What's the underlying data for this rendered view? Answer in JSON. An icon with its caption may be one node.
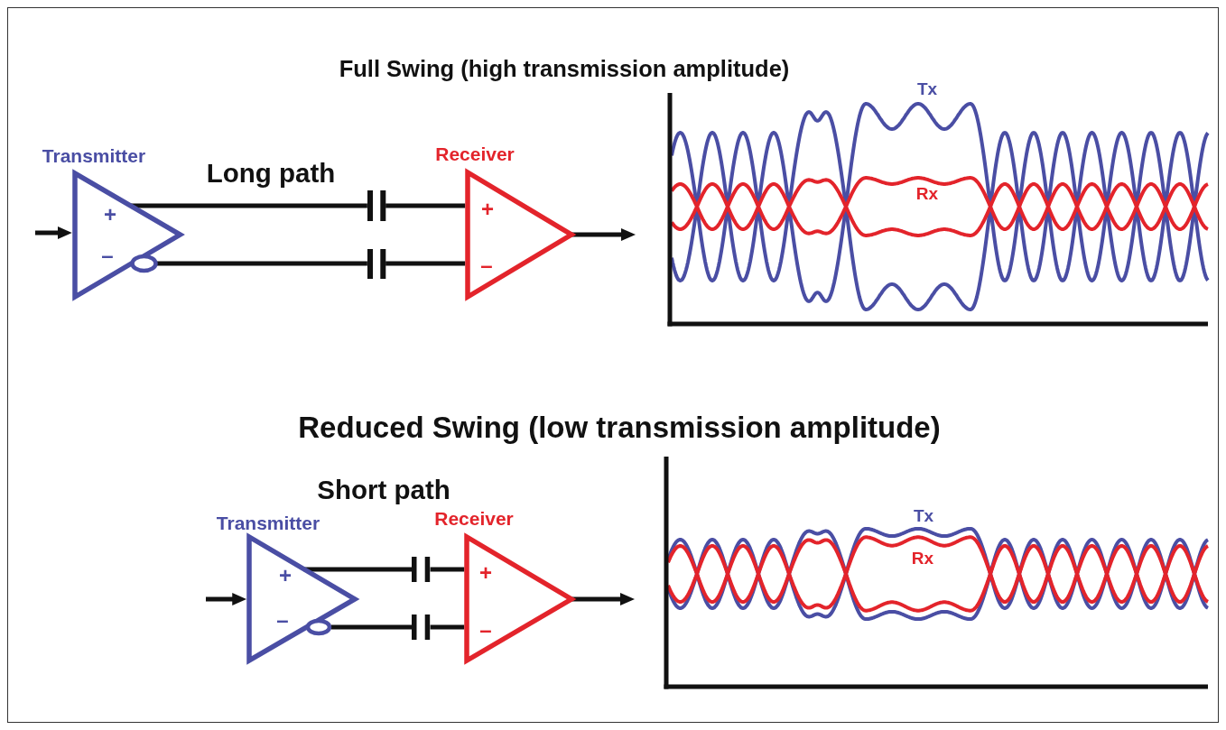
{
  "diagram": {
    "nodes": [
      {
        "text": [
          "Transmitter",
          "+",
          "–"
        ]
      },
      {
        "text": [],
        "shape": "capacitor"
      },
      {
        "text": [],
        "shape": "capacitor"
      },
      {
        "text": [
          "Receiver",
          "+",
          "–"
        ]
      },
      {
        "text": [
          "Transmitter",
          "+",
          "–"
        ]
      },
      {
        "text": [],
        "shape": "capacitor"
      },
      {
        "text": [],
        "shape": "capacitor"
      },
      {
        "text": [
          "Receiver",
          "+",
          "–"
        ]
      }
    ],
    "edges": [
      {
        "from": null,
        "to": 0,
        "arrow": "to"
      },
      {
        "from": 0,
        "to": 1,
        "arrow": "none"
      },
      {
        "from": 1,
        "to": 3,
        "arrow": "none"
      },
      {
        "from": 0,
        "to": 2,
        "arrow": "none"
      },
      {
        "from": 2,
        "to": 3,
        "arrow": "none"
      },
      {
        "from": 3,
        "to": null,
        "arrow": "to"
      },
      {
        "from": null,
        "to": 4,
        "arrow": "to"
      },
      {
        "from": 4,
        "to": 5,
        "arrow": "none"
      },
      {
        "from": 5,
        "to": 7,
        "arrow": "none"
      },
      {
        "from": 4,
        "to": 6,
        "arrow": "none"
      },
      {
        "from": 6,
        "to": 7,
        "arrow": "none"
      },
      {
        "from": 7,
        "to": null,
        "arrow": "to"
      }
    ],
    "labels": [
      "Full Swing (high transmission amplitude)",
      "Long path",
      "Tx",
      "Rx",
      "Reduced Swing (low transmission amplitude)",
      "Short path",
      "Tx",
      "Rx"
    ]
  }
}
